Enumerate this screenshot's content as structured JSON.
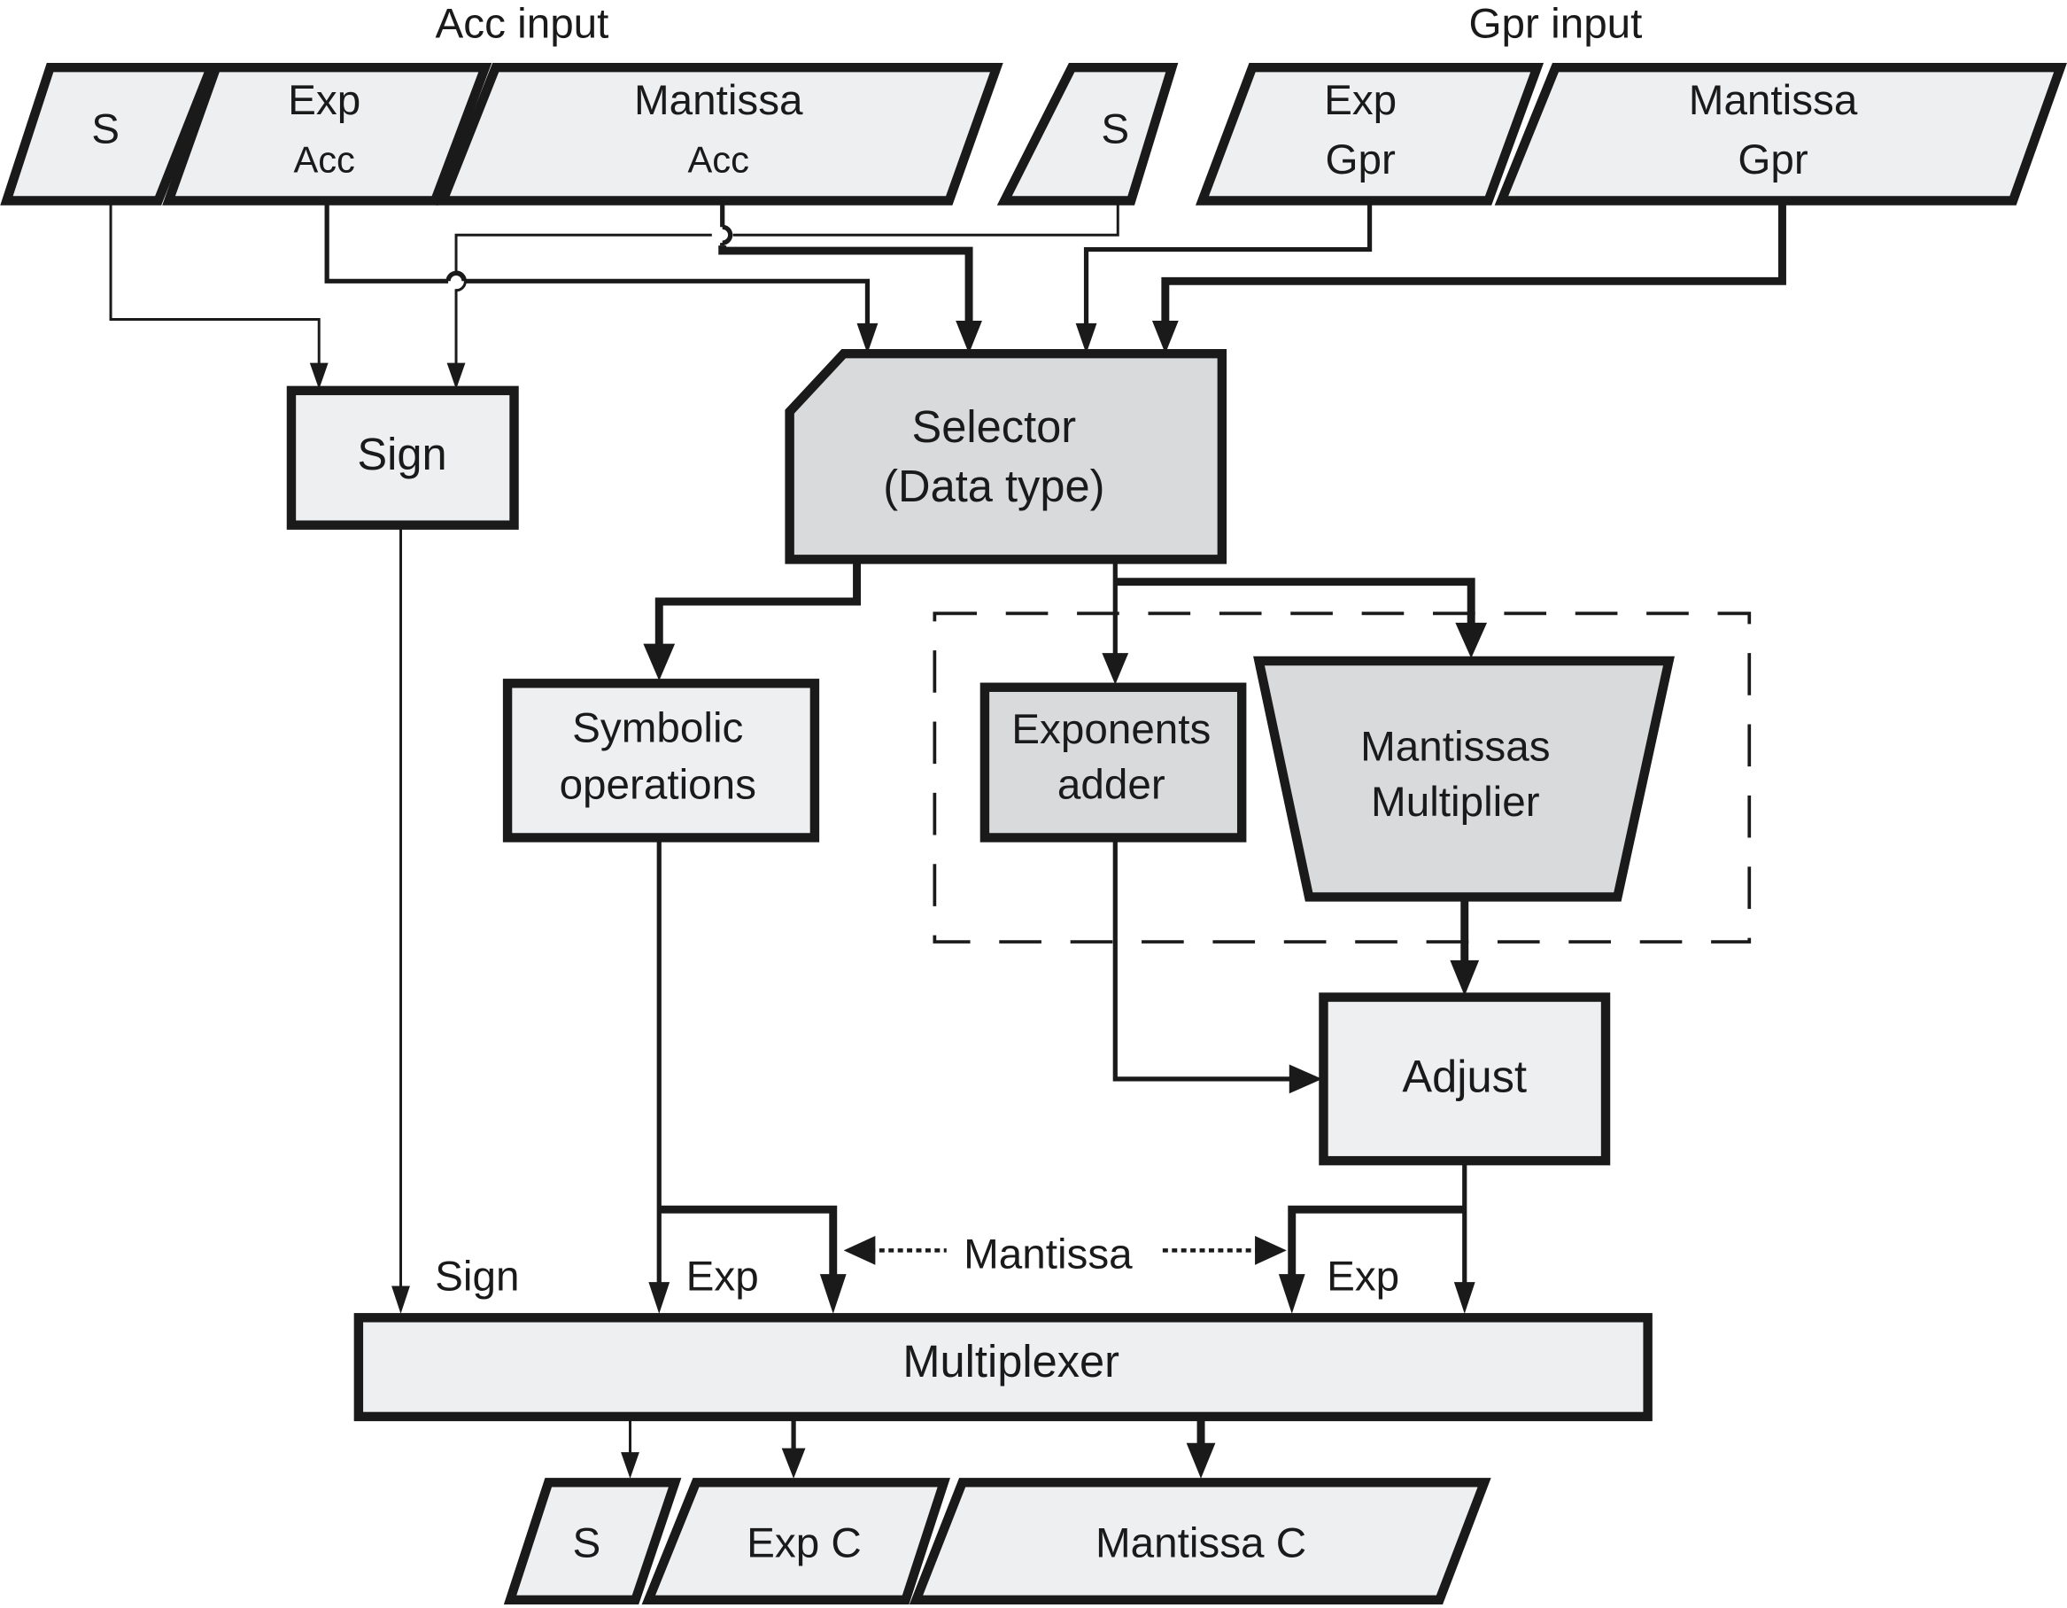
{
  "diagram": {
    "colors": {
      "stroke": "#1a1a1a",
      "light_fill": "#edeff0",
      "dark_fill": "#d8dadc",
      "background": "#ffffff"
    },
    "group_labels": {
      "acc_input": "Acc input",
      "gpr_input": "Gpr input"
    },
    "inputs": {
      "acc_sign": "S",
      "acc_exp_line1": "Exp",
      "acc_exp_line2": "Acc",
      "acc_mantissa_line1": "Mantissa",
      "acc_mantissa_line2": "Acc",
      "gpr_sign": "S",
      "gpr_exp_line1": "Exp",
      "gpr_exp_line2": "Gpr",
      "gpr_mantissa_line1": "Mantissa",
      "gpr_mantissa_line2": "Gpr"
    },
    "blocks": {
      "sign": "Sign",
      "selector_line1": "Selector",
      "selector_line2": "(Data type)",
      "symbolic_line1": "Symbolic",
      "symbolic_line2": "operations",
      "exp_adder_line1": "Exponents",
      "exp_adder_line2": "adder",
      "mant_mult_line1": "Mantissas",
      "mant_mult_line2": "Multiplier",
      "adjust": "Adjust",
      "multiplexer": "Multiplexer"
    },
    "edge_labels": {
      "sign": "Sign",
      "exp_left": "Exp",
      "mantissa": "Mantissa",
      "exp_right": "Exp"
    },
    "outputs": {
      "sign": "S",
      "exp": "Exp C",
      "mantissa": "Mantissa C"
    }
  }
}
